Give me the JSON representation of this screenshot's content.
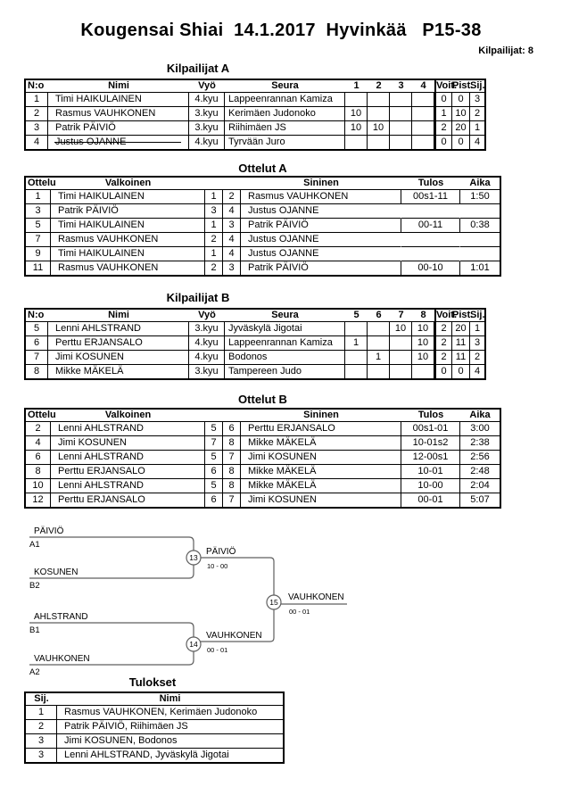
{
  "page": {
    "title": "Kougensai Shiai  14.1.2017  Hyvinkää   P15-38",
    "participants_count_label": "Kilpailijat: 8"
  },
  "competitors_a": {
    "section_title": "Kilpailijat A",
    "headers": {
      "no": "N:o",
      "name": "Nimi",
      "belt": "Vyö",
      "club": "Seura",
      "r1": "1",
      "r2": "2",
      "r3": "3",
      "r4": "4",
      "wins": "Voit.",
      "points": "Pist.",
      "rank": "Sij."
    },
    "rows": [
      {
        "no": "1",
        "name": "Timi HAIKULAINEN",
        "belt": "4.kyu",
        "club": "Lappeenrannan Kamiza",
        "r1": "",
        "r2": "",
        "r3": "",
        "r4": "",
        "wins": "0",
        "points": "0",
        "rank": "3",
        "struck": false
      },
      {
        "no": "2",
        "name": "Rasmus VAUHKONEN",
        "belt": "3.kyu",
        "club": "Kerimäen Judonoko",
        "r1": "10",
        "r2": "",
        "r3": "",
        "r4": "",
        "wins": "1",
        "points": "10",
        "rank": "2",
        "struck": false
      },
      {
        "no": "3",
        "name": "Patrik PÄIVIÖ",
        "belt": "3.kyu",
        "club": "Riihimäen JS",
        "r1": "10",
        "r2": "10",
        "r3": "",
        "r4": "",
        "wins": "2",
        "points": "20",
        "rank": "1",
        "struck": false
      },
      {
        "no": "4",
        "name": "Justus OJANNE",
        "belt": "4.kyu",
        "club": "Tyrvään Juro",
        "r1": "",
        "r2": "",
        "r3": "",
        "r4": "",
        "wins": "0",
        "points": "0",
        "rank": "4",
        "struck": true
      }
    ]
  },
  "matches_a": {
    "section_title": "Ottelut A",
    "headers": {
      "match": "Ottelu",
      "white": "Valkoinen",
      "blue": "Sininen",
      "result": "Tulos",
      "time": "Aika"
    },
    "rows": [
      {
        "match": "1",
        "white": "Timi HAIKULAINEN",
        "wno": "1",
        "bno": "2",
        "blue": "Rasmus VAUHKONEN",
        "result": "00s1-11",
        "time": "1:50",
        "unplayed": false
      },
      {
        "match": "3",
        "white": "Patrik PÄIVIÖ",
        "wno": "3",
        "bno": "4",
        "blue": "Justus OJANNE",
        "result": "",
        "time": "",
        "unplayed": true
      },
      {
        "match": "5",
        "white": "Timi HAIKULAINEN",
        "wno": "1",
        "bno": "3",
        "blue": "Patrik PÄIVIÖ",
        "result": "00-11",
        "time": "0:38",
        "unplayed": false
      },
      {
        "match": "7",
        "white": "Rasmus VAUHKONEN",
        "wno": "2",
        "bno": "4",
        "blue": "Justus OJANNE",
        "result": "",
        "time": "",
        "unplayed": true
      },
      {
        "match": "9",
        "white": "Timi HAIKULAINEN",
        "wno": "1",
        "bno": "4",
        "blue": "Justus OJANNE",
        "result": "",
        "time": "",
        "unplayed": true
      },
      {
        "match": "11",
        "white": "Rasmus VAUHKONEN",
        "wno": "2",
        "bno": "3",
        "blue": "Patrik PÄIVIÖ",
        "result": "00-10",
        "time": "1:01",
        "unplayed": false
      }
    ]
  },
  "competitors_b": {
    "section_title": "Kilpailijat B",
    "headers": {
      "no": "N:o",
      "name": "Nimi",
      "belt": "Vyö",
      "club": "Seura",
      "r1": "5",
      "r2": "6",
      "r3": "7",
      "r4": "8",
      "wins": "Voit.",
      "points": "Pist.",
      "rank": "Sij."
    },
    "rows": [
      {
        "no": "5",
        "name": "Lenni AHLSTRAND",
        "belt": "3.kyu",
        "club": "Jyväskylä Jigotai",
        "r1": "",
        "r2": "",
        "r3": "10",
        "r4": "10",
        "wins": "2",
        "points": "20",
        "rank": "1",
        "struck": false
      },
      {
        "no": "6",
        "name": "Perttu ERJANSALO",
        "belt": "4.kyu",
        "club": "Lappeenrannan Kamiza",
        "r1": "1",
        "r2": "",
        "r3": "",
        "r4": "10",
        "wins": "2",
        "points": "11",
        "rank": "3",
        "struck": false
      },
      {
        "no": "7",
        "name": "Jimi KOSUNEN",
        "belt": "4.kyu",
        "club": "Bodonos",
        "r1": "",
        "r2": "1",
        "r3": "",
        "r4": "10",
        "wins": "2",
        "points": "11",
        "rank": "2",
        "struck": false
      },
      {
        "no": "8",
        "name": "Mikke MÄKELÄ",
        "belt": "3.kyu",
        "club": "Tampereen Judo",
        "r1": "",
        "r2": "",
        "r3": "",
        "r4": "",
        "wins": "0",
        "points": "0",
        "rank": "4",
        "struck": false
      }
    ]
  },
  "matches_b": {
    "section_title": "Ottelut B",
    "headers": {
      "match": "Ottelu",
      "white": "Valkoinen",
      "blue": "Sininen",
      "result": "Tulos",
      "time": "Aika"
    },
    "rows": [
      {
        "match": "2",
        "white": "Lenni AHLSTRAND",
        "wno": "5",
        "bno": "6",
        "blue": "Perttu ERJANSALO",
        "result": "00s1-01",
        "time": "3:00",
        "unplayed": false
      },
      {
        "match": "4",
        "white": "Jimi KOSUNEN",
        "wno": "7",
        "bno": "8",
        "blue": "Mikke MÄKELÄ",
        "result": "10-01s2",
        "time": "2:38",
        "unplayed": false
      },
      {
        "match": "6",
        "white": "Lenni AHLSTRAND",
        "wno": "5",
        "bno": "7",
        "blue": "Jimi KOSUNEN",
        "result": "12-00s1",
        "time": "2:56",
        "unplayed": false
      },
      {
        "match": "8",
        "white": "Perttu ERJANSALO",
        "wno": "6",
        "bno": "8",
        "blue": "Mikke MÄKELÄ",
        "result": "10-01",
        "time": "2:48",
        "unplayed": false
      },
      {
        "match": "10",
        "white": "Lenni AHLSTRAND",
        "wno": "5",
        "bno": "8",
        "blue": "Mikke MÄKELÄ",
        "result": "10-00",
        "time": "2:04",
        "unplayed": false
      },
      {
        "match": "12",
        "white": "Perttu ERJANSALO",
        "wno": "6",
        "bno": "7",
        "blue": "Jimi KOSUNEN",
        "result": "00-01",
        "time": "5:07",
        "unplayed": false
      }
    ]
  },
  "bracket": {
    "slot_a1": {
      "name": "PÄIVIÖ",
      "seed": "A1"
    },
    "slot_b2": {
      "name": "KOSUNEN",
      "seed": "B2"
    },
    "slot_b1": {
      "name": "AHLSTRAND",
      "seed": "B1"
    },
    "slot_a2": {
      "name": "VAUHKONEN",
      "seed": "A2"
    },
    "semifinal1": {
      "number": "13",
      "winner": "PÄIVIÖ",
      "score": "10 - 00"
    },
    "semifinal2": {
      "number": "14",
      "winner": "VAUHKONEN",
      "score": "00 - 01"
    },
    "final": {
      "number": "15",
      "winner": "VAUHKONEN",
      "score": "00 - 01"
    }
  },
  "results": {
    "section_title": "Tulokset",
    "headers": {
      "rank": "Sij.",
      "name": "Nimi"
    },
    "rows": [
      {
        "rank": "1",
        "name": "Rasmus VAUHKONEN, Kerimäen Judonoko"
      },
      {
        "rank": "2",
        "name": "Patrik PÄIVIÖ, Riihimäen JS"
      },
      {
        "rank": "3",
        "name": "Jimi KOSUNEN, Bodonos"
      },
      {
        "rank": "3",
        "name": "Lenni AHLSTRAND, Jyväskylä Jigotai"
      }
    ]
  }
}
